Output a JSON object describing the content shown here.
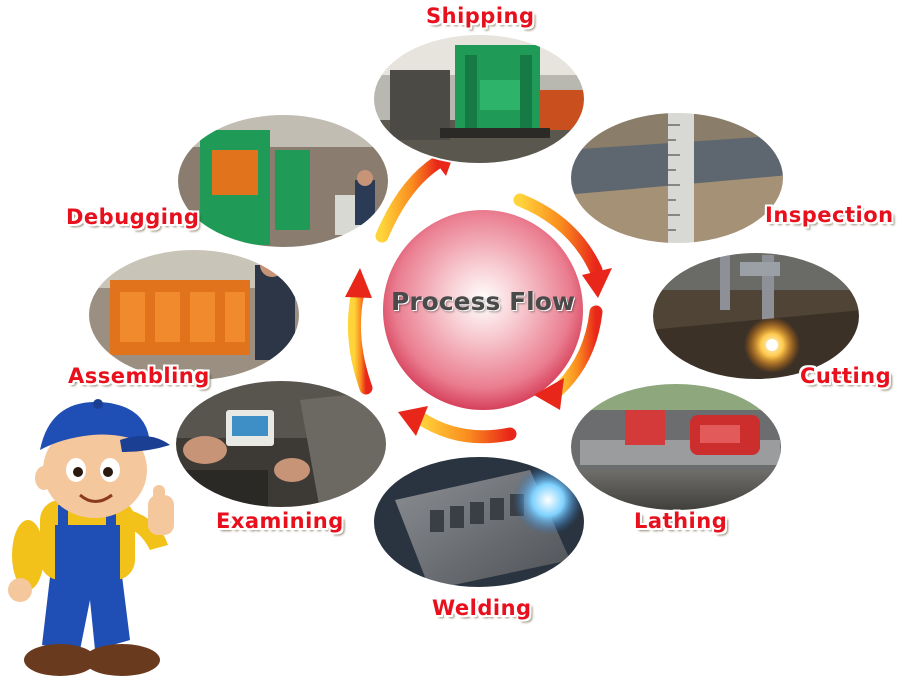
{
  "title": "Process Flow",
  "steps": [
    {
      "label": "Shipping"
    },
    {
      "label": "Inspection"
    },
    {
      "label": "Cutting"
    },
    {
      "label": "Lathing"
    },
    {
      "label": "Welding"
    },
    {
      "label": "Examining"
    },
    {
      "label": "Assembling"
    },
    {
      "label": "Debugging"
    }
  ],
  "colors": {
    "label_red": "#e8101c",
    "machine_green": "#1f9a57",
    "machine_orange": "#e0731c",
    "arrow_start": "#ffd43a",
    "arrow_end": "#e8261a",
    "circle_center": "#ffffff",
    "circle_edge": "#d6405a"
  },
  "mascot": {
    "icon": "worker-thumbs-up-mascot"
  }
}
